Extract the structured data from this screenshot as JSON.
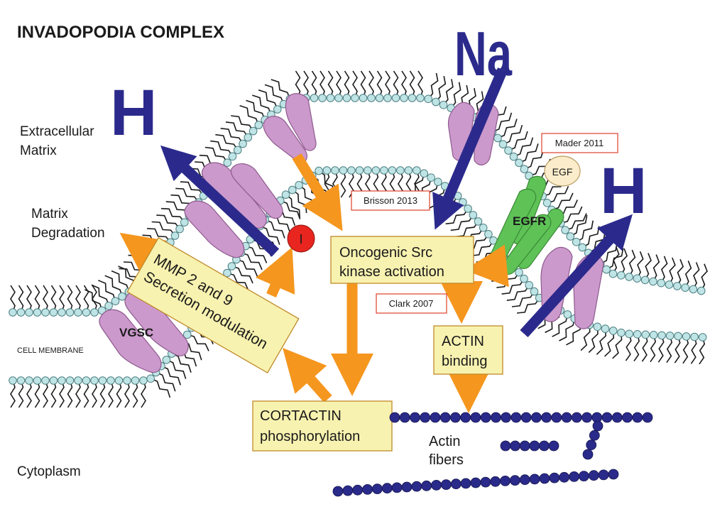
{
  "title": "INVADOPODIA COMPLEX",
  "regions": {
    "extracellular_line1": "Extracellular",
    "extracellular_line2": "Matrix",
    "degradation_line1": "Matrix",
    "degradation_line2": "Degradation",
    "cytoplasm": "Cytoplasm",
    "cell_membrane": "CELL MEMBRANE"
  },
  "ions": {
    "sodium": "Na",
    "proton_left": "H",
    "proton_right": "H"
  },
  "proteins": {
    "vgsc": "VGSC",
    "egfr": "EGFR",
    "egf": "EGF",
    "inhibitor": "I"
  },
  "boxes": {
    "mmp_line1": "MMP 2 and 9",
    "mmp_line2": "Secretion modulation",
    "src_line1": "Oncogenic Src",
    "src_line2": "kinase activation",
    "actin_binding_line1": "ACTIN",
    "actin_binding_line2": "binding",
    "cortactin_line1": "CORTACTIN",
    "cortactin_line2": "phosphorylation"
  },
  "references": {
    "brisson": "Brisson 2013",
    "clark": "Clark 2007",
    "mader": "Mader 2011"
  },
  "actin": {
    "line1": "Actin",
    "line2": "fibers"
  },
  "colors": {
    "arrow_orange": "#f5961e",
    "box_fill": "#f8f2b0",
    "ion_blue": "#2b2a8c",
    "bead_cyan": "#bfe4e6",
    "channel_pink": "#cc99cc",
    "egfr_green": "#5ec257",
    "egf_fill": "#fbeccb",
    "inhibitor_red": "#e8251f",
    "actin_navy": "#2a2a8a",
    "ref_border": "#e0402a"
  }
}
